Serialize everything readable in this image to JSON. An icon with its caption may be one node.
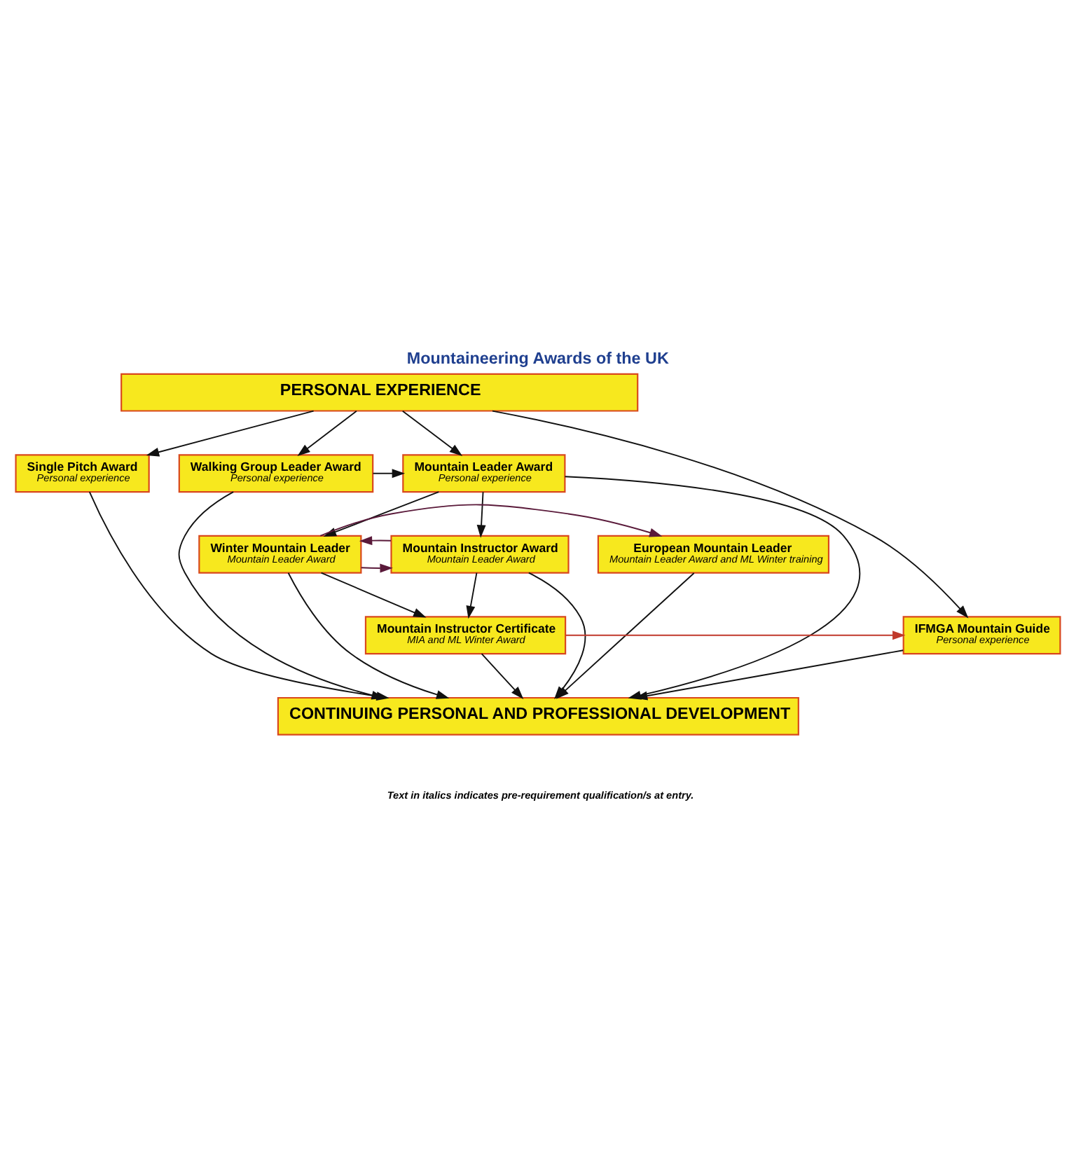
{
  "diagram": {
    "title": "Mountaineering Awards of the UK",
    "caption": "Text in italics indicates pre-requirement qualification/s at entry.",
    "nodes": [
      {
        "text": [
          "PERSONAL EXPERIENCE"
        ]
      },
      {
        "text": [
          "Single Pitch Award",
          "Personal experience"
        ]
      },
      {
        "text": [
          "Mountain Leader Award",
          "Personal experience"
        ]
      },
      {
        "text": [
          "Walking Group Leader Award",
          "Personal experience"
        ]
      },
      {
        "text": [
          "European Mountain Leader",
          "Mountain Leader Award and ML Winter training"
        ]
      },
      {
        "text": [
          "Winter Mountain Leader",
          "Mountain Leader Award"
        ]
      },
      {
        "text": [
          "Mountain Instructor Award",
          "Mountain Leader Award"
        ]
      },
      {
        "text": [
          "Mountain Instructor Certificate",
          "MIA and ML Winter Award"
        ]
      },
      {
        "text": [
          "IFMGA Mountain Guide",
          "Personal experience"
        ]
      },
      {
        "text": [
          "CONTINUING PERSONAL AND PROFESSIONAL DEVELOPMENT"
        ]
      }
    ],
    "edges": [
      {
        "from": 0,
        "to": 1,
        "arrow": "to"
      },
      {
        "from": 0,
        "to": 2,
        "arrow": "to"
      },
      {
        "from": 0,
        "to": 3,
        "arrow": "to"
      },
      {
        "from": 0,
        "to": 8,
        "arrow": "to"
      },
      {
        "from": 3,
        "to": 2,
        "arrow": "to"
      },
      {
        "from": 2,
        "to": 5,
        "arrow": "to"
      },
      {
        "from": 2,
        "to": 6,
        "arrow": "to"
      },
      {
        "from": 5,
        "to": 6,
        "arrow": "to",
        "color": "#5a1a3a"
      },
      {
        "from": 6,
        "to": 5,
        "arrow": "to",
        "color": "#5a1a3a"
      },
      {
        "from": 5,
        "to": 4,
        "arrow": "to",
        "color": "#5a1a3a"
      },
      {
        "from": 5,
        "to": 7,
        "arrow": "to"
      },
      {
        "from": 6,
        "to": 7,
        "arrow": "to"
      },
      {
        "from": 7,
        "to": 8,
        "arrow": "to",
        "color": "#c0392b"
      },
      {
        "from": 1,
        "to": 9,
        "arrow": "to"
      },
      {
        "from": 4,
        "to": 9,
        "arrow": "to"
      },
      {
        "from": 2,
        "to": 9,
        "arrow": "to"
      },
      {
        "from": 5,
        "to": 9,
        "arrow": "to"
      },
      {
        "from": 7,
        "to": 9,
        "arrow": "to"
      },
      {
        "from": 8,
        "to": 9,
        "arrow": "to"
      },
      {
        "from": 6,
        "to": 9,
        "arrow": "to"
      },
      {
        "from": 3,
        "to": 9,
        "arrow": "to"
      }
    ]
  }
}
